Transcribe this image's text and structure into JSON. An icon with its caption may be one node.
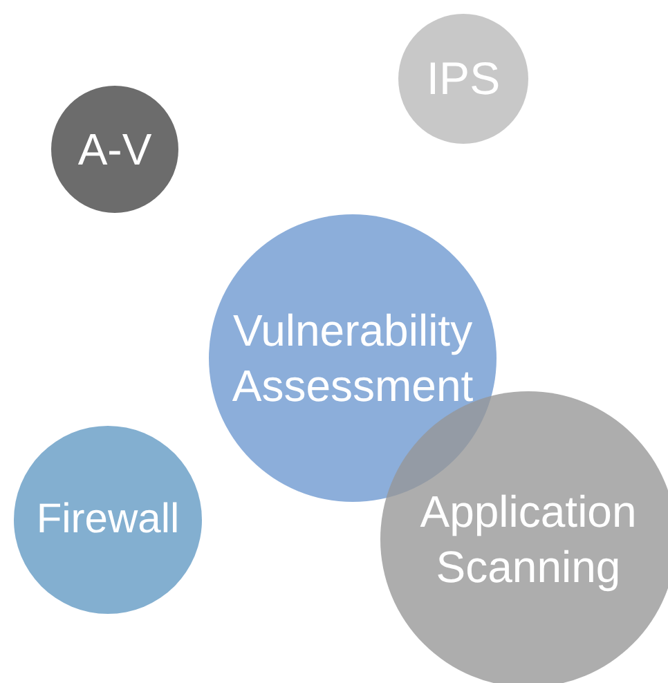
{
  "diagram": {
    "nodes": [
      {
        "text": [
          "IPS"
        ]
      },
      {
        "text": [
          "A-V"
        ]
      },
      {
        "text": [
          "Vulnerability Assessment"
        ]
      },
      {
        "text": [
          "Firewall"
        ]
      },
      {
        "text": [
          "Application Scanning"
        ]
      }
    ]
  }
}
